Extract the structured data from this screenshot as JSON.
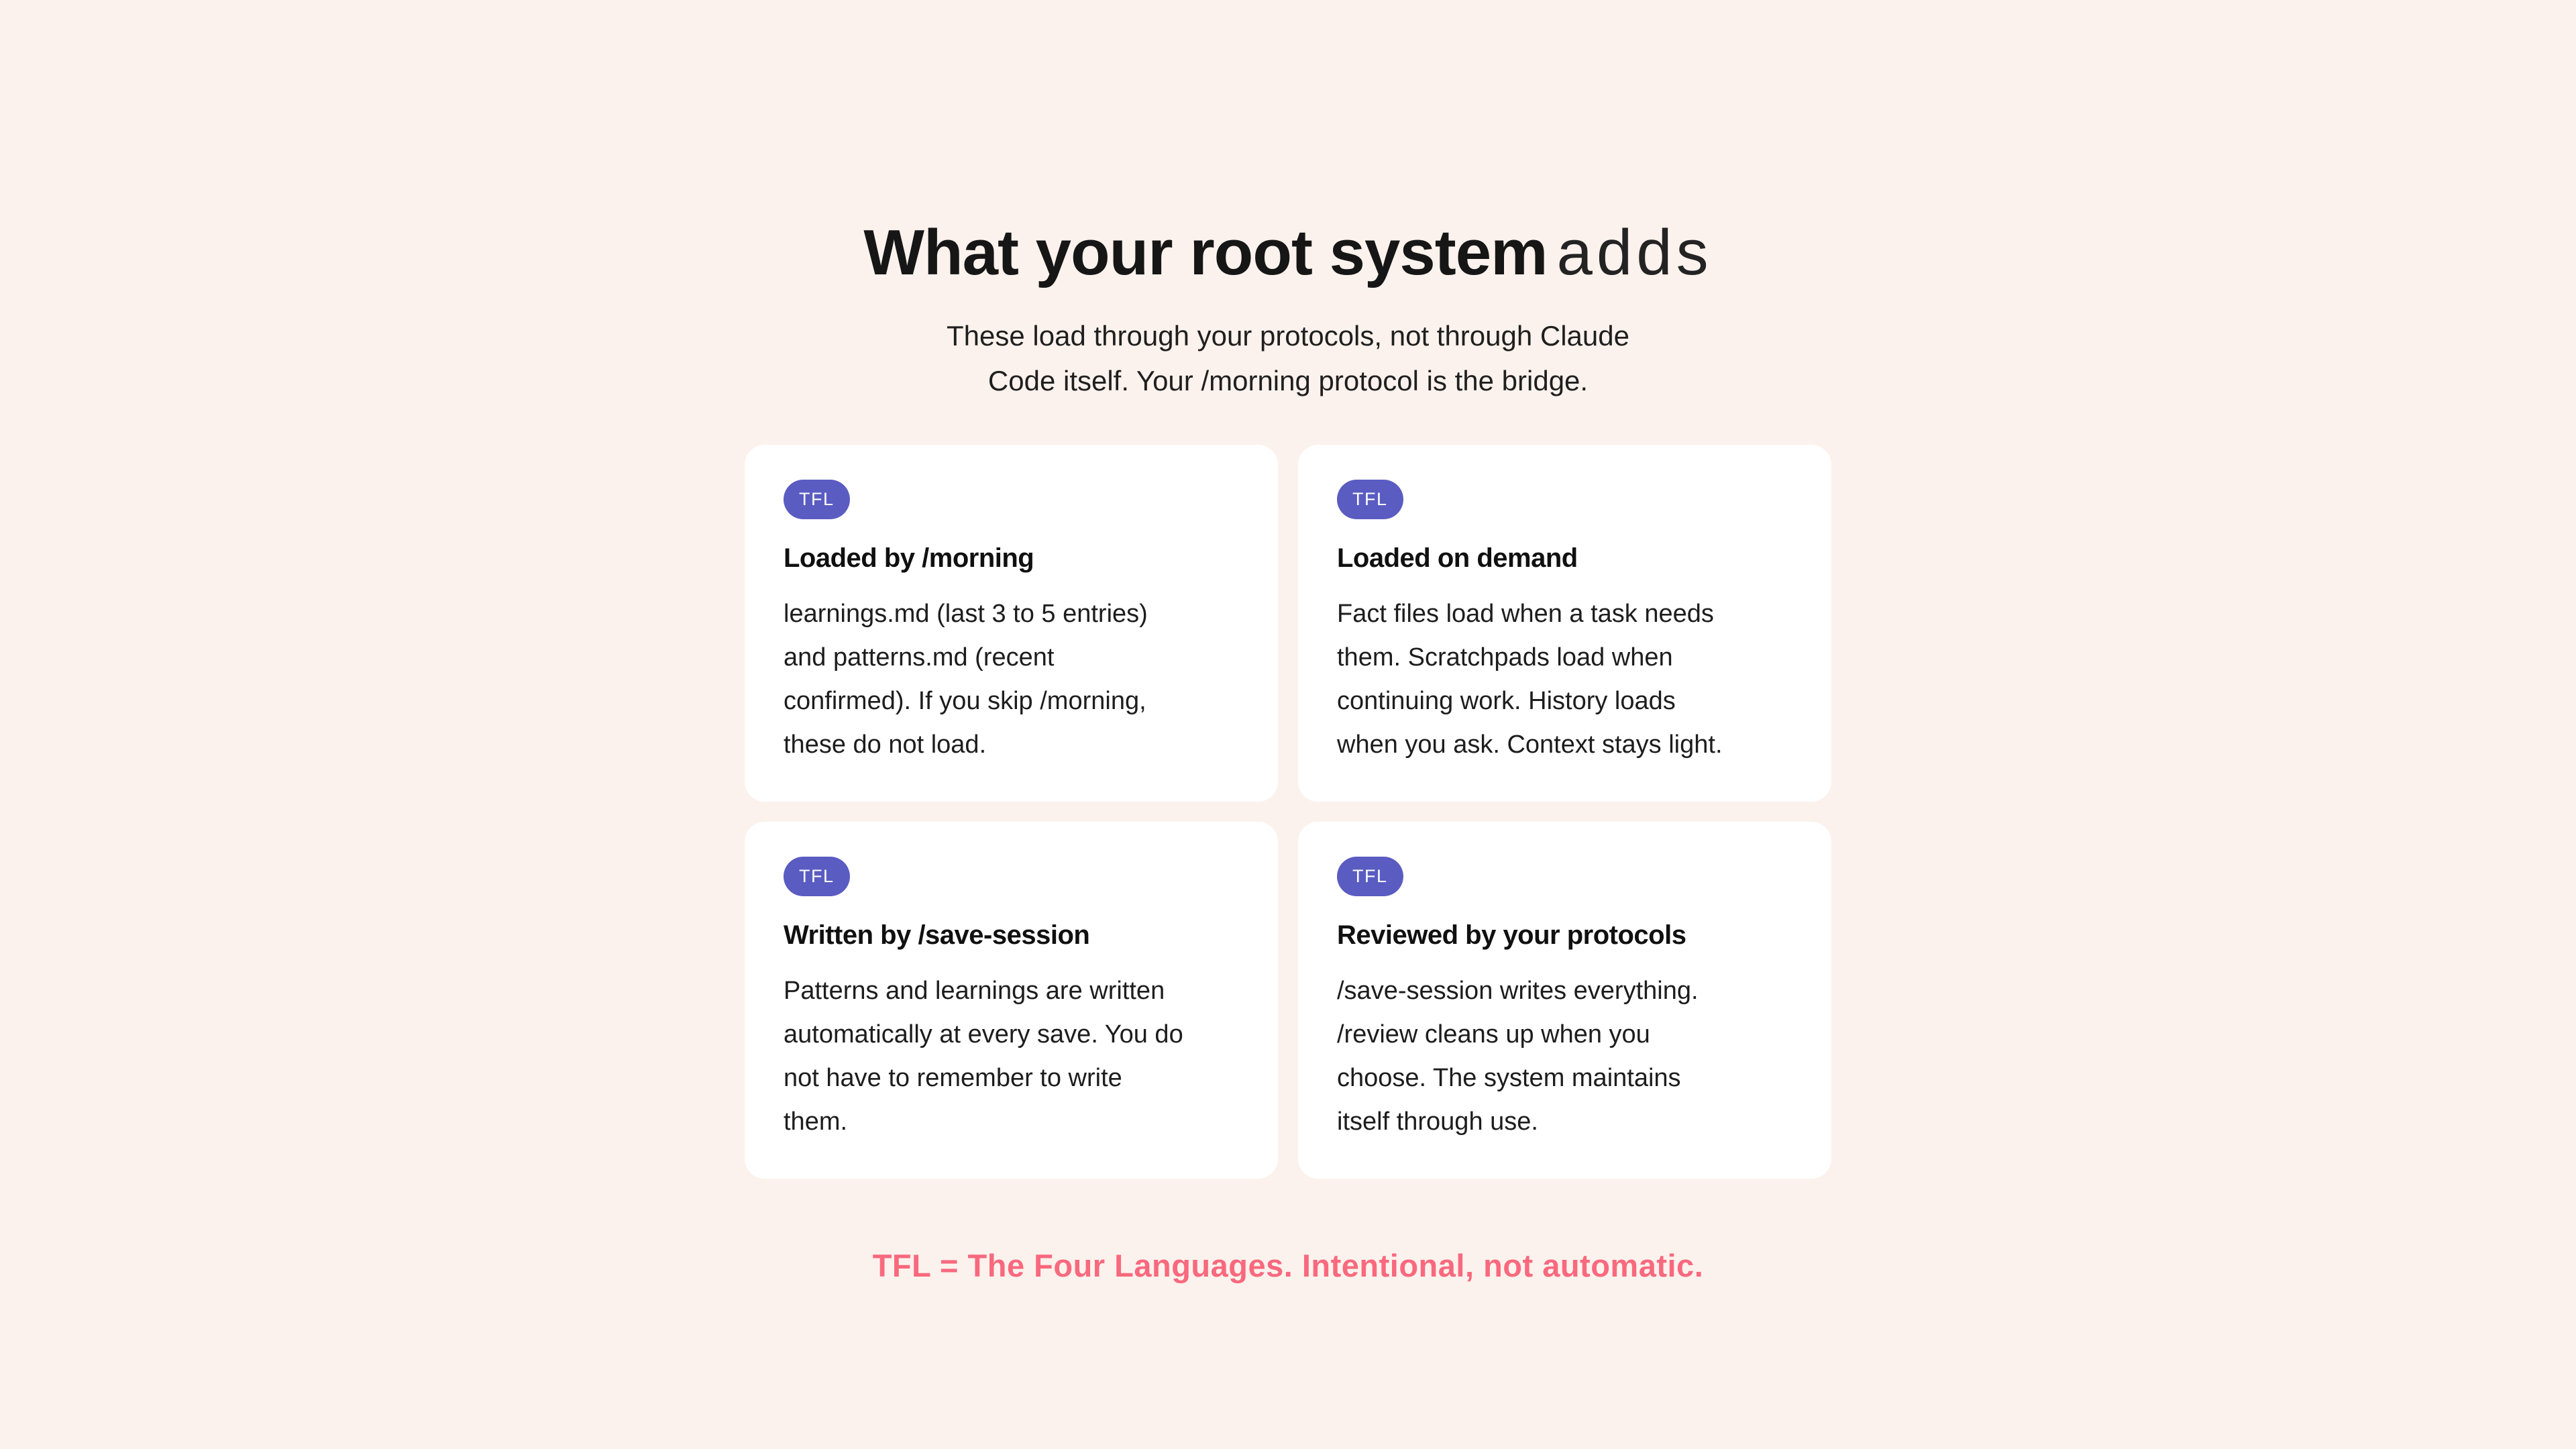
{
  "page": {
    "background": "#FCF2ED",
    "accent_purple": "#5A5CC2",
    "accent_pink": "#F9697E"
  },
  "header": {
    "title_bold": "What your root system",
    "title_light": "adds",
    "subtitle_line1": "These load through your protocols, not through Claude",
    "subtitle_line2": "Code itself. Your /morning protocol is the bridge."
  },
  "cards": [
    {
      "badge": "TFL",
      "title": "Loaded by /morning",
      "body": "learnings.md (last 3 to 5 entries) and patterns.md (recent confirmed). If you skip /morning, these do not load."
    },
    {
      "badge": "TFL",
      "title": "Loaded on demand",
      "body": "Fact files load when a task needs them. Scratchpads load when continuing work. History loads when you ask. Context stays light."
    },
    {
      "badge": "TFL",
      "title": "Written by /save-session",
      "body": "Patterns and learnings are written automatically at every save. You do not have to remember to write them."
    },
    {
      "badge": "TFL",
      "title": "Reviewed by your protocols",
      "body": "/save-session writes everything. /review cleans up when you choose. The system maintains itself through use."
    }
  ],
  "footer": {
    "note": "TFL = The Four Languages. Intentional, not automatic."
  }
}
